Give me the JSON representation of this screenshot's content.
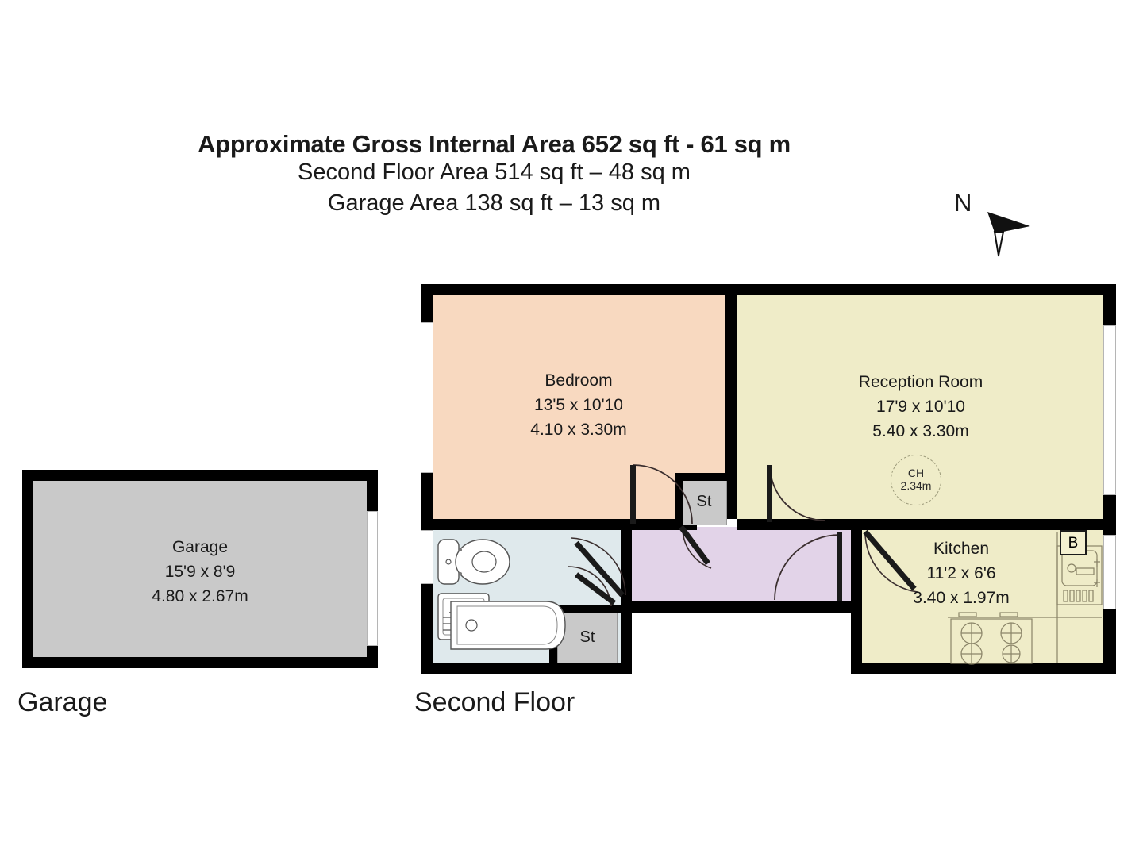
{
  "header": {
    "title": "Approximate Gross Internal Area 652 sq ft - 61 sq m",
    "line2": "Second Floor Area 514 sq ft – 48 sq m",
    "line3": "Garage Area 138 sq ft – 13 sq m"
  },
  "compass": {
    "label": "N",
    "icon": "north-arrow-icon"
  },
  "captions": {
    "garage": "Garage",
    "second_floor": "Second Floor"
  },
  "colors": {
    "bedroom": "#f8d9c0",
    "reception": "#efecc8",
    "kitchen": "#efecc8",
    "bathroom": "#dfe9ec",
    "hallway": "#e2d3e8",
    "garage": "#c9c9c9",
    "storage": "#c9c9c9",
    "wall": "#000000",
    "window": "#ffffff",
    "text": "#1a1a1a"
  },
  "rooms": [
    {
      "id": "garage",
      "name": "Garage",
      "imperial": "15'9 x 8'9",
      "metric": "4.80 x 2.67m"
    },
    {
      "id": "bedroom",
      "name": "Bedroom",
      "imperial": "13'5 x 10'10",
      "metric": "4.10 x 3.30m"
    },
    {
      "id": "reception",
      "name": "Reception Room",
      "imperial": "17'9 x 10'10",
      "metric": "5.40 x 3.30m"
    },
    {
      "id": "kitchen",
      "name": "Kitchen",
      "imperial": "11'2 x 6'6",
      "metric": "3.40 x 1.97m"
    }
  ],
  "markers": {
    "ceiling_height_label": "CH",
    "ceiling_height_value": "2.34m",
    "boiler_label": "B",
    "storage_1": "St",
    "storage_2": "St"
  },
  "fixtures": {
    "toilet": "toilet-icon",
    "cistern": "cistern-icon",
    "basin": "wash-basin-icon",
    "bath": "bathtub-icon",
    "sink": "kitchen-sink-icon",
    "hob": "cooker-hob-icon"
  }
}
